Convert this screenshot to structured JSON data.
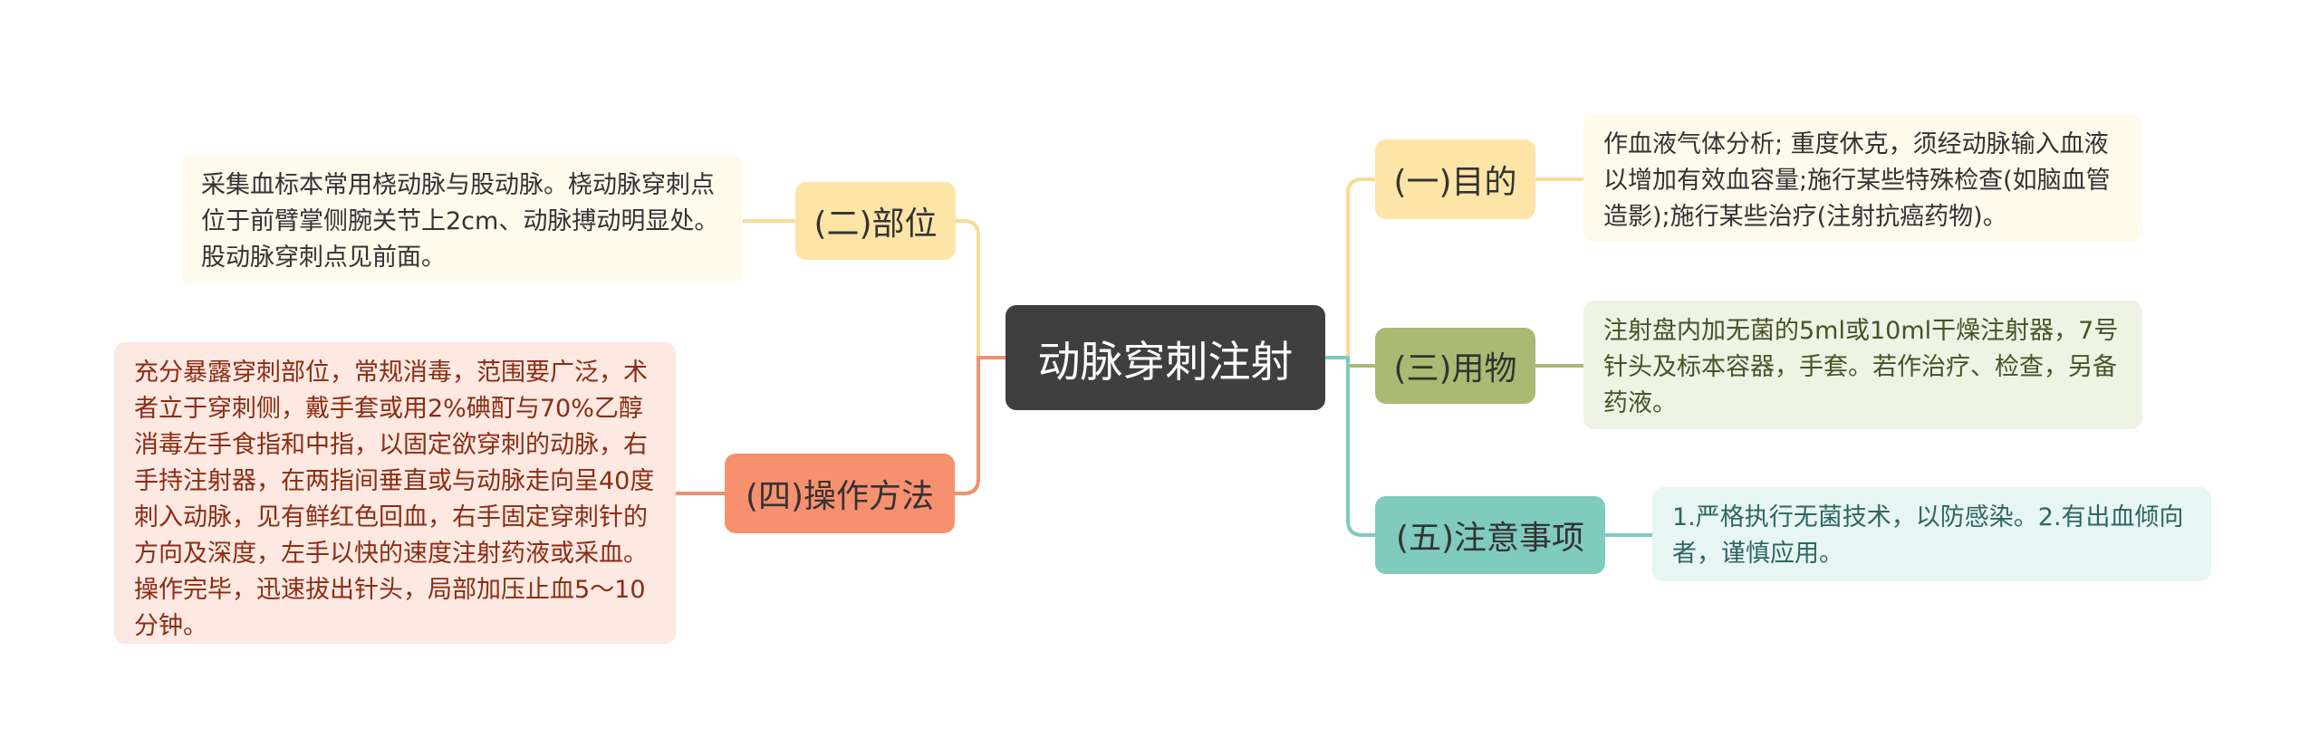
{
  "root": {
    "label": "动脉穿刺注射"
  },
  "branches": [
    {
      "label": "(一)目的",
      "detail": "作血液气体分析; 重度休克，须经动脉输入血液以增加有效血容量;施行某些特殊检查(如脑血管造影);施行某些治疗(注射抗癌药物)。",
      "color": "#fde5a8",
      "line": "#f7dc94"
    },
    {
      "label": "(二)部位",
      "detail": "采集血标本常用桡动脉与股动脉。桡动脉穿刺点位于前臂掌侧腕关节上2cm、动脉搏动明显处。股动脉穿刺点见前面。",
      "color": "#fde5a8",
      "line": "#f7dc94"
    },
    {
      "label": "(三)用物",
      "detail": "注射盘内加无菌的5ml或10ml干燥注射器，7号针头及标本容器，手套。若作治疗、检查，另备药液。",
      "color": "#a9ba73",
      "line": "#a9ba73"
    },
    {
      "label": "(四)操作方法",
      "detail": "充分暴露穿刺部位，常规消毒，范围要广泛，术者立于穿刺侧，戴手套或用2%碘酊与70%乙醇消毒左手食指和中指，以固定欲穿刺的动脉，右手持注射器，在两指间垂直或与动脉走向呈40度刺入动脉，见有鲜红色回血，右手固定穿刺针的方向及深度，左手以快的速度注射药液或采血。操作完毕，迅速拔出针头，局部加压止血5～10分钟。",
      "color": "#f7906f",
      "line": "#f0906d"
    },
    {
      "label": "(五)注意事项",
      "detail": "1.严格执行无菌技术，以防感染。2.有出血倾向者，谨慎应用。",
      "color": "#7fcbbe",
      "line": "#7fcbbe"
    }
  ]
}
